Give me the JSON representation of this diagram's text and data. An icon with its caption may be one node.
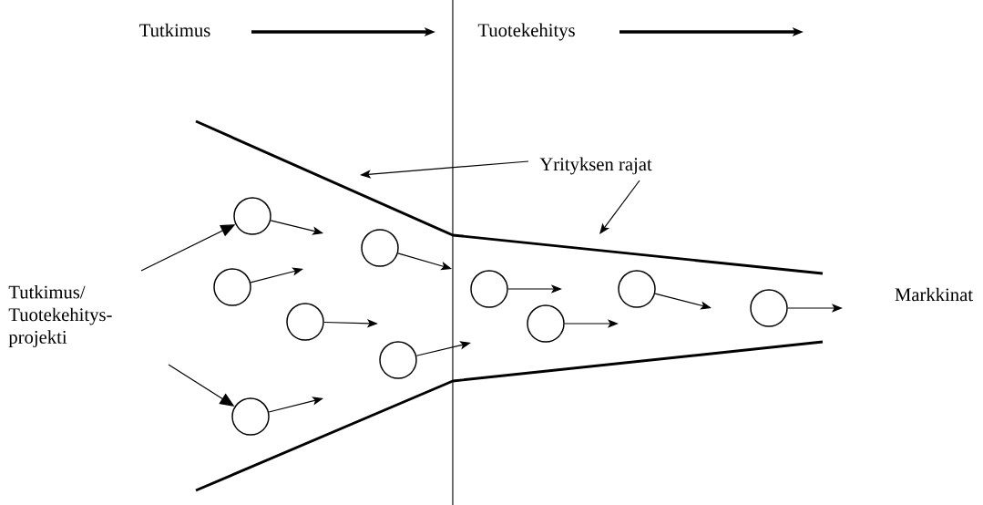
{
  "diagram": {
    "nodes": [
      {
        "text": [
          "Tutkimus"
        ]
      },
      {
        "text": [
          "Tuotekehitys"
        ]
      },
      {
        "text": [
          "Yrityksen rajat"
        ]
      },
      {
        "text": [
          "Tutkimus/ Tuotekehitys- projekti"
        ]
      },
      {
        "text": [],
        "shape": "circle"
      },
      {
        "text": [],
        "shape": "circle"
      },
      {
        "text": [],
        "shape": "circle"
      },
      {
        "text": [],
        "shape": "circle"
      },
      {
        "text": [],
        "shape": "circle"
      },
      {
        "text": [],
        "shape": "circle"
      },
      {
        "text": [],
        "shape": "circle"
      },
      {
        "text": [],
        "shape": "circle"
      },
      {
        "text": [],
        "shape": "circle"
      },
      {
        "text": [],
        "shape": "circle"
      }
    ],
    "edges": [
      {
        "from": 0,
        "to": null,
        "arrow": "to",
        "style": "thick"
      },
      {
        "from": 1,
        "to": null,
        "arrow": "to",
        "style": "thick"
      },
      {
        "from": 2,
        "to": null,
        "arrow": "to"
      },
      {
        "from": 2,
        "to": null,
        "arrow": "to"
      },
      {
        "from": 3,
        "to": 6,
        "arrow": "to"
      },
      {
        "from": 3,
        "to": 5,
        "arrow": "to"
      },
      {
        "from": 4,
        "to": null,
        "arrow": "to"
      },
      {
        "from": 5,
        "to": null,
        "arrow": "to"
      },
      {
        "from": 6,
        "to": null,
        "arrow": "to"
      },
      {
        "from": 7,
        "to": null,
        "arrow": "to"
      },
      {
        "from": 8,
        "to": null,
        "arrow": "to"
      },
      {
        "from": 9,
        "to": null,
        "arrow": "to"
      },
      {
        "from": 10,
        "to": null,
        "arrow": "to"
      },
      {
        "from": 11,
        "to": null,
        "arrow": "to"
      },
      {
        "from": 12,
        "to": null,
        "arrow": "to"
      },
      {
        "from": 13,
        "to": null,
        "arrow": "to"
      }
    ],
    "labels": [
      "Markkinat"
    ]
  }
}
